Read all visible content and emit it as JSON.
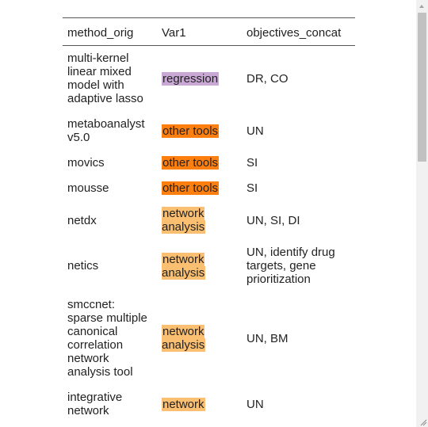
{
  "table": {
    "columns": [
      "method_orig",
      "Var1",
      "objectives_concat"
    ],
    "rows": [
      {
        "method": "multi-kernel linear mixed model with adaptive lasso",
        "var1": "regression",
        "var1_color": "#c9a8d6",
        "objectives": "DR, CO"
      },
      {
        "method": "metaboanalyst v5.0",
        "var1": "other tools",
        "var1_color": "#ff7f0e",
        "objectives": "UN"
      },
      {
        "method": "movics",
        "var1": "other tools",
        "var1_color": "#ff7f0e",
        "objectives": "SI"
      },
      {
        "method": "mousse",
        "var1": "other tools",
        "var1_color": "#ff7f0e",
        "objectives": "SI"
      },
      {
        "method": "netdx",
        "var1": "network analysis",
        "var1_color": "#fbbf72",
        "objectives": "UN, SI, DI"
      },
      {
        "method": "netics",
        "var1": "network analysis",
        "var1_color": "#fbbf72",
        "objectives": "UN, identify drug targets, gene prioritization"
      },
      {
        "method": "smccnet: sparse multiple canonical correlation network analysis tool",
        "var1": "network analysis",
        "var1_color": "#fbbf72",
        "objectives": "UN, BM"
      },
      {
        "method": "integrative network",
        "var1": "network",
        "var1_color": "#fbbf72",
        "objectives": "UN"
      }
    ]
  },
  "icons": {
    "scroll_up": "triangle-up-icon",
    "resize": "resize-grip-icon"
  }
}
